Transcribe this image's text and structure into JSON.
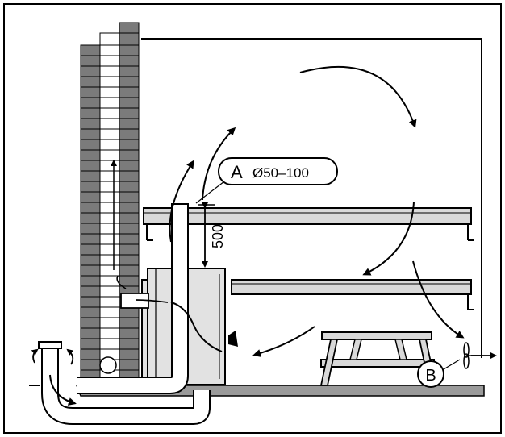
{
  "callouts": {
    "a_letter": "A",
    "a_text": "Ø50–100",
    "b_letter": "B"
  },
  "dimensions": {
    "height": "500"
  },
  "colors": {
    "brick_dark": "#7b7b7b",
    "brick_light": "#ffffff",
    "line": "#000000",
    "bench": "#d9d9d9",
    "floor": "#9a9a9a",
    "stove": "#e2e2e2"
  }
}
